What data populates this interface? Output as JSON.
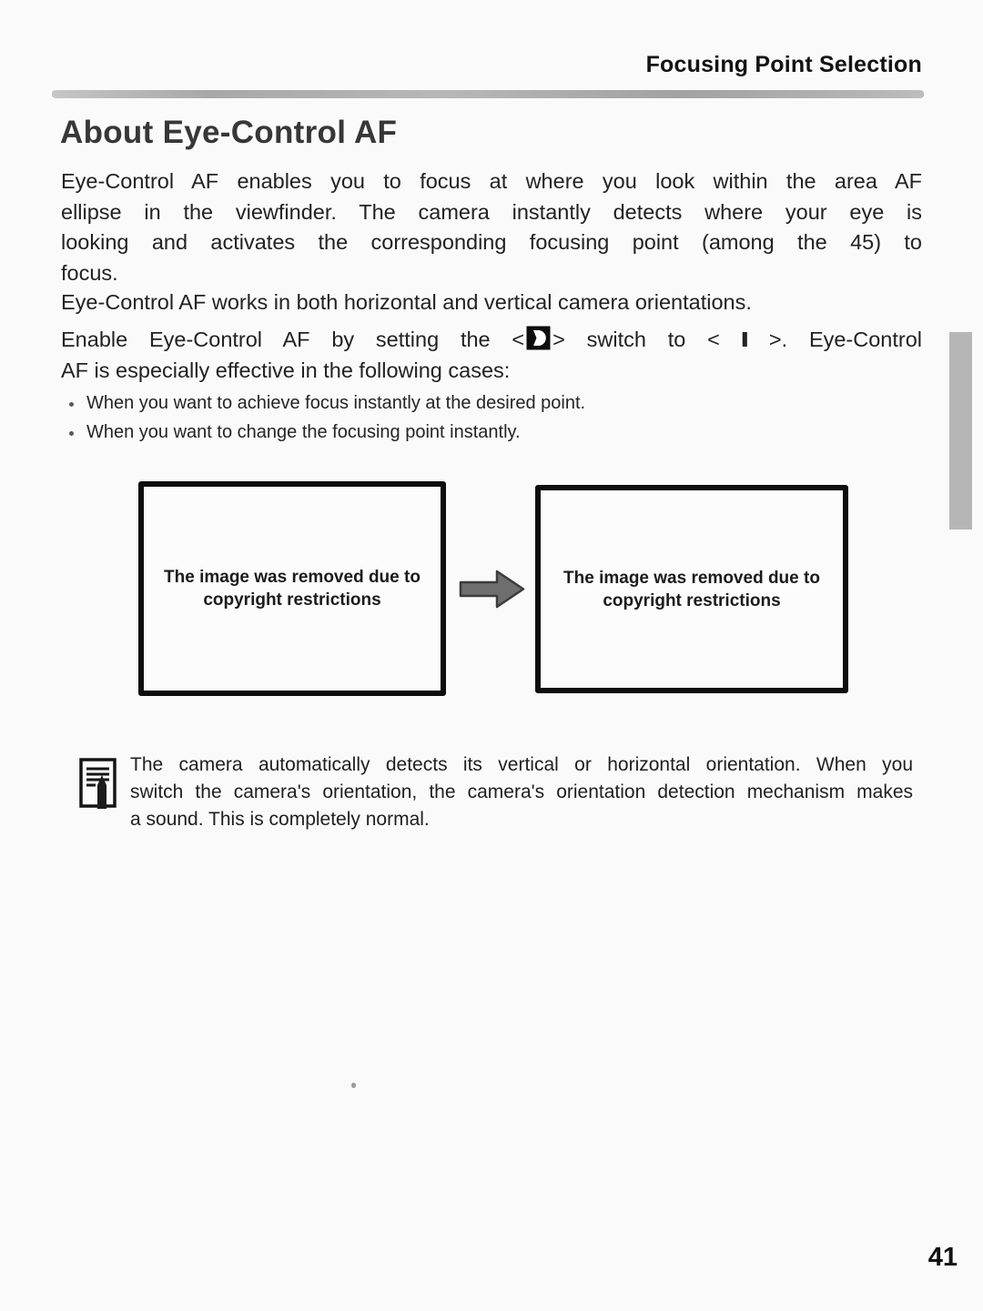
{
  "page": {
    "header": "Focusing Point Selection",
    "title": "About Eye-Control AF",
    "page_number": "41"
  },
  "intro": {
    "p1_lines": [
      "Eye-Control AF enables you to focus at where you look within the area AF",
      "ellipse in the viewfinder. The camera instantly detects where your eye is",
      "looking and activates the corresponding focusing point (among the 45) to",
      "focus."
    ],
    "p2": "Eye-Control AF works in both horizontal and vertical camera orientations.",
    "enable": {
      "line1_before_icon": "Enable Eye-Control AF by setting the <",
      "icon": "eye-control-icon",
      "line1_between": "> switch to < ",
      "switch_position": "I",
      "line1_after": " >. Eye-Control",
      "line2": "AF is especially effective in the following cases:"
    }
  },
  "bullets": [
    "When you want to achieve focus instantly at the desired point.",
    "When you want to change the focusing point instantly."
  ],
  "figure": {
    "left_box_text": "The image was removed due to copyright restrictions",
    "arrow_icon": "right-arrow",
    "right_box_text": "The image was removed due to copyright restrictions"
  },
  "note": {
    "icon": "note-icon",
    "lines": [
      "The camera automatically detects its vertical or horizontal orientation. When you",
      "switch the camera's orientation, the camera's orientation detection mechanism makes",
      "a sound. This is completely normal."
    ]
  },
  "colors": {
    "page_background": "#fafafa",
    "rule_gray": "#adadad",
    "side_tab_gray": "#b6b6b6",
    "box_border": "#0e0e0e",
    "arrow_fill": "#6e6e6e",
    "text": "#1e1e1e"
  }
}
